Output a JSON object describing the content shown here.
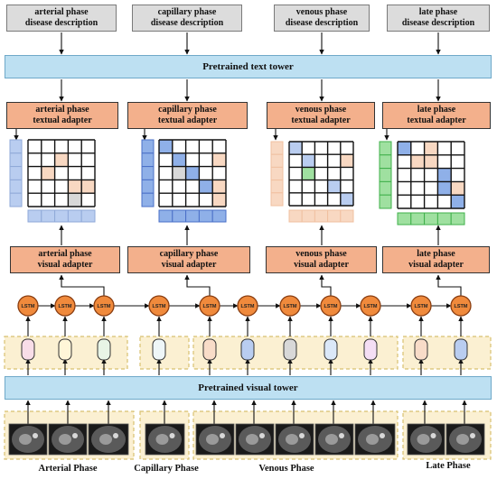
{
  "descriptions": [
    {
      "line1": "arterial phase",
      "line2": "disease description"
    },
    {
      "line1": "capillary phase",
      "line2": "disease description"
    },
    {
      "line1": "venous phase",
      "line2": "disease description"
    },
    {
      "line1": "late phase",
      "line2": "disease description"
    }
  ],
  "text_tower": "Pretrained text tower",
  "textual_adapters": [
    {
      "line1": "arterial phase",
      "line2": "textual adapter"
    },
    {
      "line1": "capillary phase",
      "line2": "textual adapter"
    },
    {
      "line1": "venous phase",
      "line2": "textual adapter"
    },
    {
      "line1": "late  phase",
      "line2": "textual adapter"
    }
  ],
  "visual_adapters": [
    {
      "line1": "arterial phase",
      "line2": "visual adapter"
    },
    {
      "line1": "capillary phase",
      "line2": "visual adapter"
    },
    {
      "line1": "venous phase",
      "line2": "visual adapter"
    },
    {
      "line1": "late  phase",
      "line2": "visual adapter"
    }
  ],
  "lstm_label": "LSTM",
  "visual_tower": "Pretrained visual tower",
  "phase_labels": [
    "Arterial Phase",
    "Capillary Phase",
    "Venous Phase",
    "Late Phase"
  ],
  "colors": {
    "description_bg": "#dcdcdc",
    "tower_bg": "#bde0f2",
    "adapter_bg": "#f3b08c",
    "lstm_fill": "#f08a3c",
    "group_bg": "#fbf0d2",
    "group_border": "#d8c070",
    "arterial": "#b9cdf0",
    "capillary": "#8fb0e8",
    "venous": "#f8d8c2",
    "late": "#9fe0a0"
  }
}
